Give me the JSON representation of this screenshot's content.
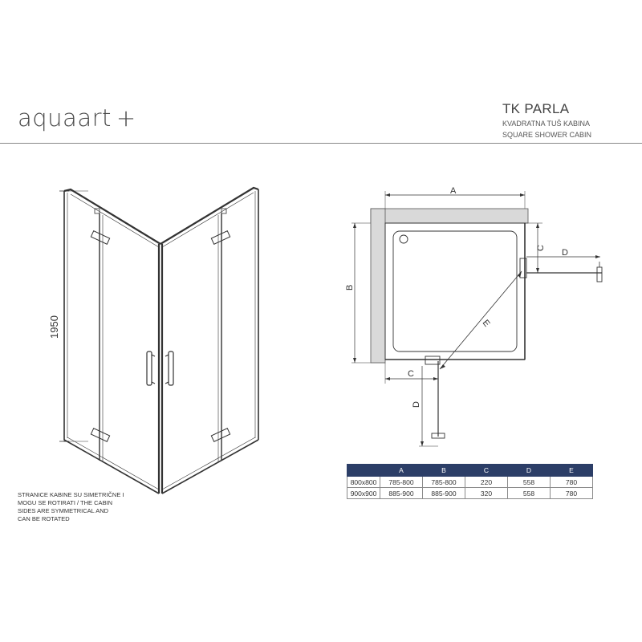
{
  "header": {
    "brand": "aquaart",
    "brand_plus": "+",
    "product_name": "TK PARLA",
    "product_sub_1": "KVADRATNA TUŠ KABINA",
    "product_sub_2": "SQUARE SHOWER CABIN"
  },
  "elevation": {
    "height_label": "1950"
  },
  "note": {
    "line_1": "STRANICE KABINE SU SIMETRIČNE I",
    "line_2": "MOGU SE ROTIRATI / THE CABIN",
    "line_3": "SIDES ARE SYMMETRICAL AND",
    "line_4": "CAN BE ROTATED"
  },
  "plan": {
    "label_a": "A",
    "label_b": "B",
    "label_c_top": "C",
    "label_d_top": "D",
    "label_e": "E",
    "label_c_bottom": "C",
    "label_d_bottom": "D"
  },
  "table": {
    "headers": [
      "",
      "A",
      "B",
      "C",
      "D",
      "E"
    ],
    "rows": [
      [
        "800x800",
        "785-800",
        "785-800",
        "220",
        "558",
        "780"
      ],
      [
        "900x900",
        "885-900",
        "885-900",
        "320",
        "558",
        "780"
      ]
    ]
  },
  "colors": {
    "header_fill": "#2c3e67",
    "line": "#333333"
  }
}
